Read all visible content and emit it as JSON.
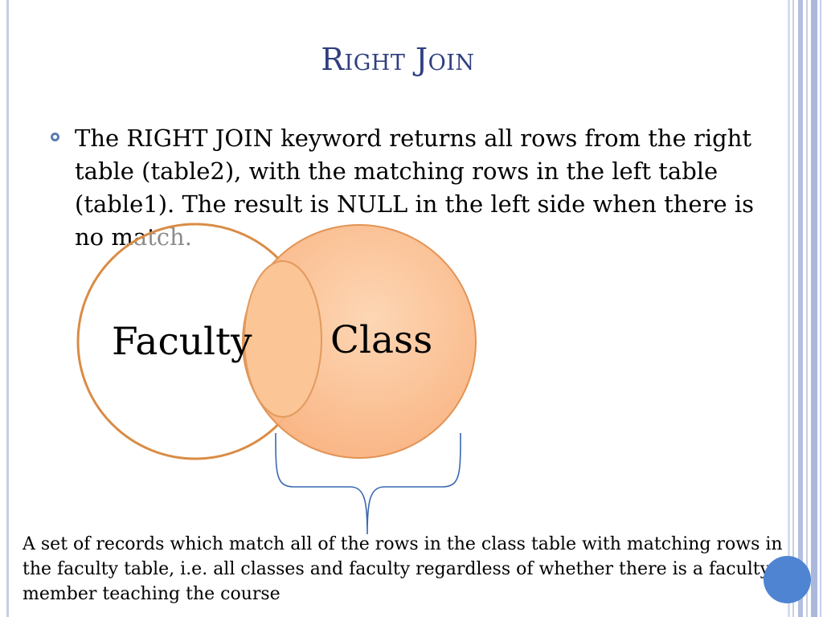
{
  "slide": {
    "title": "Right Join",
    "bullet": "The RIGHT JOIN keyword returns all rows from the right table (table2), with the matching rows in the left table (table1). The result is NULL in the left side when there is no match.",
    "venn": {
      "left_label": "Faculty",
      "right_label": "Class"
    },
    "caption": "A set of records which match all of the rows in the class table with matching rows in the faculty table, i.e. all classes and faculty regardless of whether there is a faculty member teaching the course"
  },
  "colors": {
    "title": "#2f3f7f",
    "bullet_marker": "#5b7bb5",
    "circle_outline": "#d98c45",
    "class_fill": "#fbbf8e",
    "brace": "#3b68b0",
    "corner_dot": "#4f84d3",
    "side_stripes": "#b9c5e2"
  },
  "icons": {
    "bullet": "hollow-circle-bullet",
    "corner": "filled-circle-ornament"
  }
}
